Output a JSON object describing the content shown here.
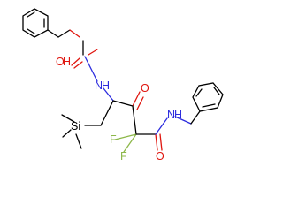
{
  "atoms": {
    "carbonyl_o1": {
      "text": "O",
      "color": "#e0150e"
    },
    "carbamate_n": {
      "text": "N",
      "color": "#2c2cde"
    },
    "ketone_o": {
      "text": "O",
      "color": "#e0150e"
    },
    "silicon": {
      "text": "Si",
      "color": "#000000"
    },
    "fluorine_1": {
      "text": "F",
      "color": "#8db84a"
    },
    "fluorine_2": {
      "text": "F",
      "color": "#8db84a"
    },
    "amide_n": {
      "text": "N",
      "color": "#2c2cde"
    },
    "amide_o": {
      "text": "O",
      "color": "#e0150e"
    }
  },
  "hydrogen_labels": {
    "oh_h": "H",
    "nh_h1": "H",
    "nh_h2": "H"
  }
}
